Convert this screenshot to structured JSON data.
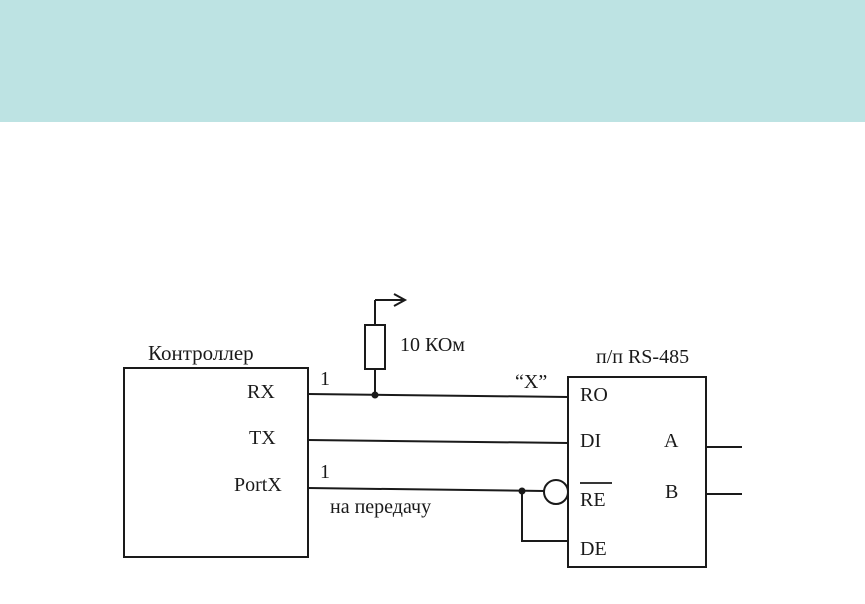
{
  "header": {
    "band_color": "#bde3e3"
  },
  "diagram": {
    "line_color": "#1a1a1a",
    "controller": {
      "title": "Контроллер",
      "pins": {
        "rx": "RX",
        "tx": "TX",
        "portx": "PortX"
      }
    },
    "transceiver": {
      "title": "п/п RS-485",
      "pins": {
        "ro": "RO",
        "di": "DI",
        "re": "RE",
        "de": "DE",
        "a": "A",
        "b": "B"
      }
    },
    "resistor": {
      "label": "10 КОм"
    },
    "annotations": {
      "rx_level": "1",
      "portx_level": "1",
      "x_label": "“X”",
      "transmit_label": "на передачу"
    }
  }
}
